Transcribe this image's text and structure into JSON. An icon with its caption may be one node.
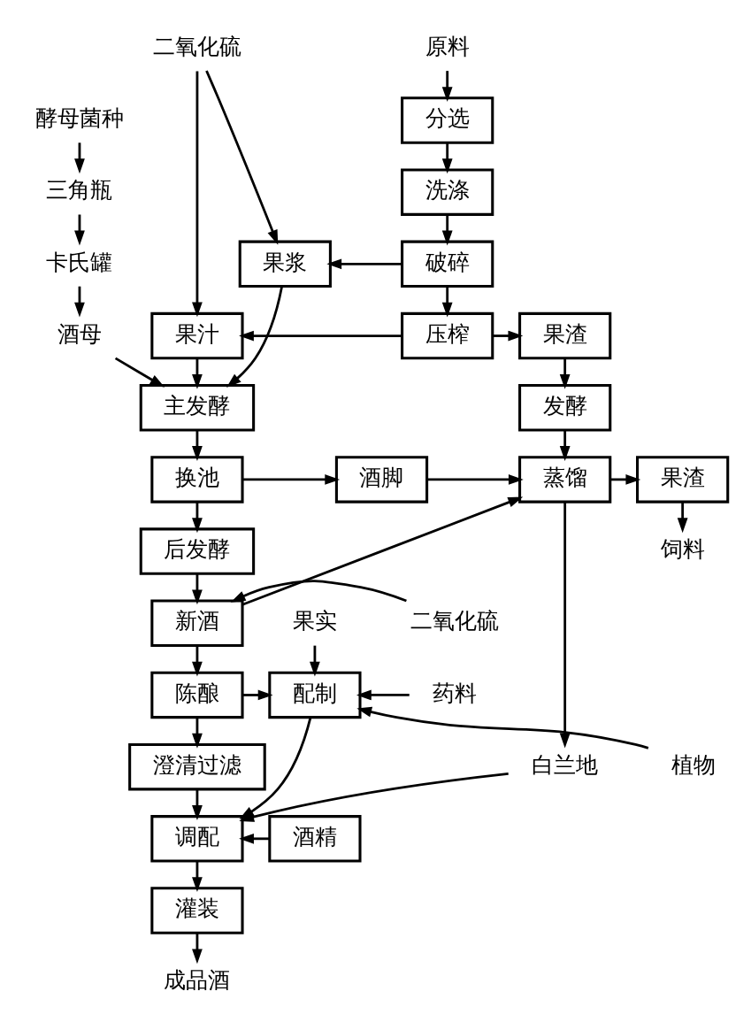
{
  "diagram": {
    "nodes": [
      {
        "text": [
          "二氧化硫"
        ]
      },
      {
        "text": [
          "原料"
        ]
      },
      {
        "text": [
          "酵母菌种"
        ]
      },
      {
        "text": [
          "分选"
        ]
      },
      {
        "text": [
          "三角瓶"
        ]
      },
      {
        "text": [
          "洗涤"
        ]
      },
      {
        "text": [
          "卡氏罐"
        ]
      },
      {
        "text": [
          "果浆"
        ]
      },
      {
        "text": [
          "破碎"
        ]
      },
      {
        "text": [
          "酒母"
        ]
      },
      {
        "text": [
          "果汁"
        ]
      },
      {
        "text": [
          "压榨"
        ]
      },
      {
        "text": [
          "果渣"
        ]
      },
      {
        "text": [
          "主发酵"
        ]
      },
      {
        "text": [
          "发酵"
        ]
      },
      {
        "text": [
          "换池"
        ]
      },
      {
        "text": [
          "酒脚"
        ]
      },
      {
        "text": [
          "蒸馏"
        ]
      },
      {
        "text": [
          "果渣"
        ]
      },
      {
        "text": [
          "后发酵"
        ]
      },
      {
        "text": [
          "饲料"
        ]
      },
      {
        "text": [
          "二氧化硫"
        ]
      },
      {
        "text": [
          "新酒"
        ]
      },
      {
        "text": [
          "果实"
        ]
      },
      {
        "text": [
          "陈酿"
        ]
      },
      {
        "text": [
          "配制"
        ]
      },
      {
        "text": [
          "药料"
        ]
      },
      {
        "text": [
          "澄清过滤"
        ]
      },
      {
        "text": [
          "植物"
        ]
      },
      {
        "text": [
          "白兰地"
        ]
      },
      {
        "text": [
          "调配"
        ]
      },
      {
        "text": [
          "酒精"
        ]
      },
      {
        "text": [
          "灌装"
        ]
      },
      {
        "text": [
          "成品酒"
        ]
      }
    ],
    "edges": [
      {
        "from": 1,
        "to": 3,
        "arrow": "to"
      },
      {
        "from": 3,
        "to": 5,
        "arrow": "to"
      },
      {
        "from": 5,
        "to": 8,
        "arrow": "to"
      },
      {
        "from": 8,
        "to": 7,
        "arrow": "to"
      },
      {
        "from": 8,
        "to": 11,
        "arrow": "to"
      },
      {
        "from": 0,
        "to": 10,
        "arrow": "to"
      },
      {
        "from": 0,
        "to": 7,
        "arrow": "to"
      },
      {
        "from": 11,
        "to": 10,
        "arrow": "to"
      },
      {
        "from": 11,
        "to": 12,
        "arrow": "to"
      },
      {
        "from": 2,
        "to": 4,
        "arrow": "to"
      },
      {
        "from": 4,
        "to": 6,
        "arrow": "to"
      },
      {
        "from": 6,
        "to": 9,
        "arrow": "to"
      },
      {
        "from": 9,
        "to": 13,
        "arrow": "to"
      },
      {
        "from": 10,
        "to": 13,
        "arrow": "to"
      },
      {
        "from": 7,
        "to": 13,
        "arrow": "to"
      },
      {
        "from": 12,
        "to": 14,
        "arrow": "to"
      },
      {
        "from": 14,
        "to": 17,
        "arrow": "to"
      },
      {
        "from": 13,
        "to": 15,
        "arrow": "to"
      },
      {
        "from": 15,
        "to": 16,
        "arrow": "to"
      },
      {
        "from": 16,
        "to": 17,
        "arrow": "to"
      },
      {
        "from": 17,
        "to": 18,
        "arrow": "to"
      },
      {
        "from": 18,
        "to": 20,
        "arrow": "to"
      },
      {
        "from": 15,
        "to": 19,
        "arrow": "to"
      },
      {
        "from": 19,
        "to": 22,
        "arrow": "to"
      },
      {
        "from": 21,
        "to": 22,
        "arrow": "to"
      },
      {
        "from": 22,
        "to": 17,
        "arrow": "to"
      },
      {
        "from": 22,
        "to": 24,
        "arrow": "to"
      },
      {
        "from": 24,
        "to": 25,
        "arrow": "to"
      },
      {
        "from": 23,
        "to": 25,
        "arrow": "to"
      },
      {
        "from": 26,
        "to": 25,
        "arrow": "to"
      },
      {
        "from": 28,
        "to": 25,
        "arrow": "to"
      },
      {
        "from": 17,
        "to": 29,
        "arrow": "to"
      },
      {
        "from": 24,
        "to": 27,
        "arrow": "to"
      },
      {
        "from": 27,
        "to": 30,
        "arrow": "to"
      },
      {
        "from": 25,
        "to": 30,
        "arrow": "to"
      },
      {
        "from": 29,
        "to": 30,
        "arrow": "to"
      },
      {
        "from": 31,
        "to": 30,
        "arrow": "to"
      },
      {
        "from": 30,
        "to": 32,
        "arrow": "to"
      },
      {
        "from": 32,
        "to": 33,
        "arrow": "to"
      }
    ]
  }
}
